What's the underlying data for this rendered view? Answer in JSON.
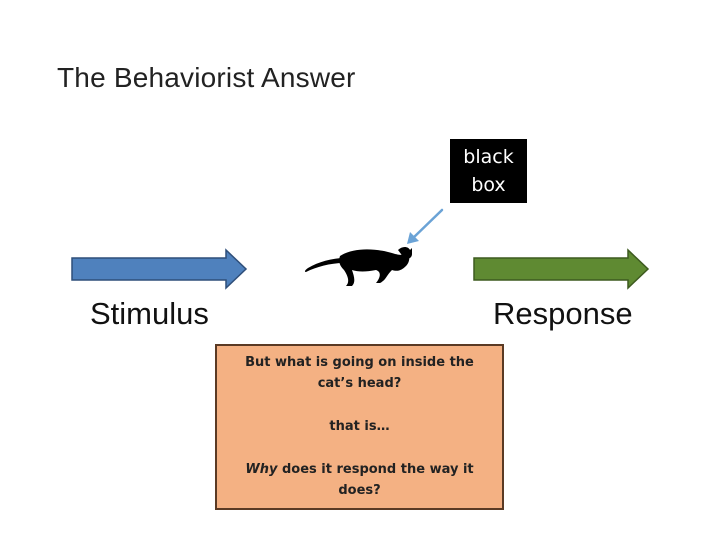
{
  "title": "The Behaviorist Answer",
  "black_box": {
    "line1": "black",
    "line2": "box"
  },
  "labels": {
    "stimulus": "Stimulus",
    "response": "Response"
  },
  "callout": {
    "question": "But what is going on inside the cat’s head?",
    "that_is": "that is…",
    "why_word": "Why",
    "why_rest": " does it respond the way it does?"
  },
  "colors": {
    "stimulus_arrow": "#4f81bd",
    "response_arrow": "#5f8a32",
    "pointer_arrow": "#6ba3d6",
    "callout_fill": "#f4b183",
    "black_box_fill": "#000000"
  },
  "icons": {
    "cat": "cat-silhouette-icon"
  }
}
